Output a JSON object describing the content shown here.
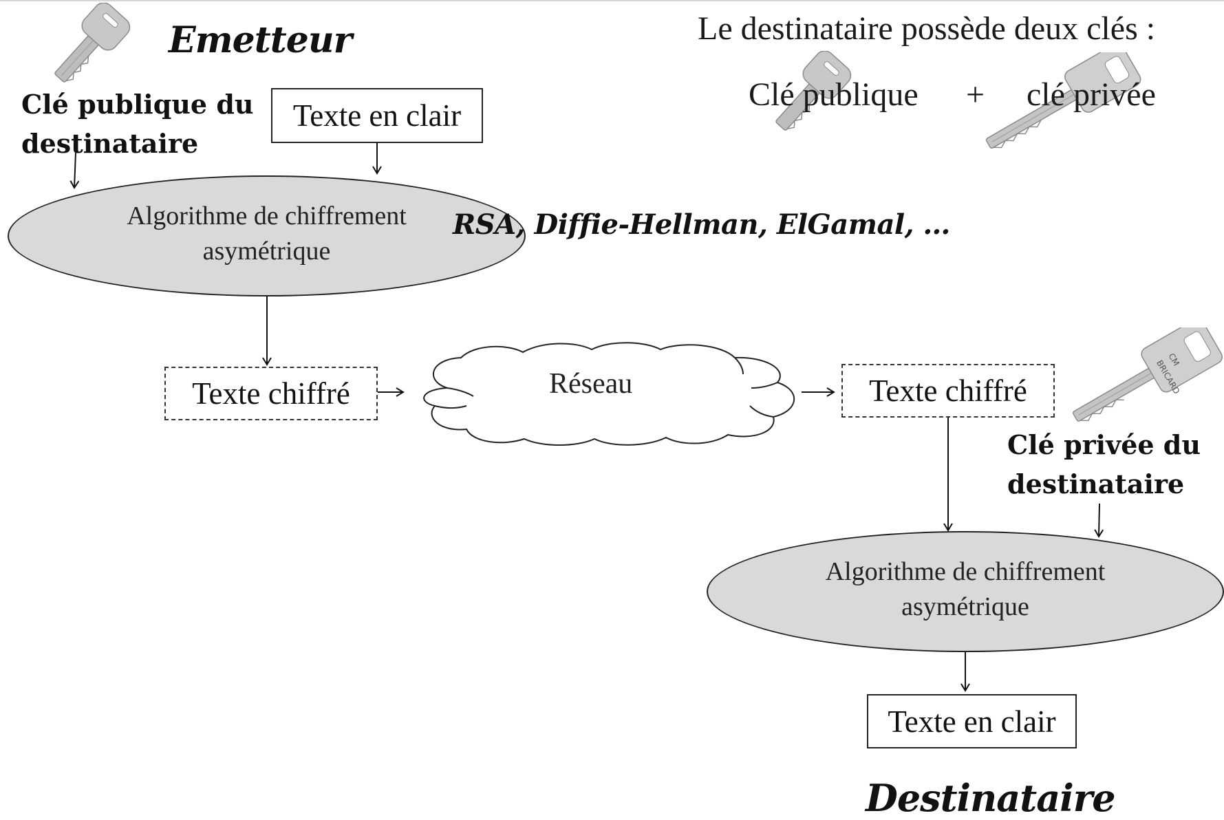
{
  "diagram": {
    "sender_title": "Emetteur",
    "receiver_title": "Destinataire",
    "header_line": "Le destinataire possède deux clés :",
    "public_key_word": "Clé publique",
    "plus_sign": "+",
    "private_key_word": "clé privée",
    "sender_key_label_line1": "Clé publique du",
    "sender_key_label_line2": "destinataire",
    "receiver_key_label_line1": "Clé privée du",
    "receiver_key_label_line2": "destinataire",
    "plaintext_top": "Texte en clair",
    "plaintext_bottom": "Texte en clair",
    "encrypt_algo_line1": "Algorithme de chiffrement",
    "encrypt_algo_line2": "asymétrique",
    "decrypt_algo_line1": "Algorithme de chiffrement",
    "decrypt_algo_line2": "asymétrique",
    "algorithms_examples": "RSA, Diffie-Hellman, ElGamal, …",
    "ciphertext_left": "Texte chiffré",
    "ciphertext_right": "Texte chiffré",
    "network_label": "Réseau",
    "key_brand_text": "BRICARD",
    "key_code_text": "CM"
  },
  "icons": {
    "small_key": "public-key-icon",
    "long_key": "private-key-icon"
  },
  "colors": {
    "ellipse_fill": "#d9d9d9",
    "key_metal": "#b8b8b8"
  }
}
